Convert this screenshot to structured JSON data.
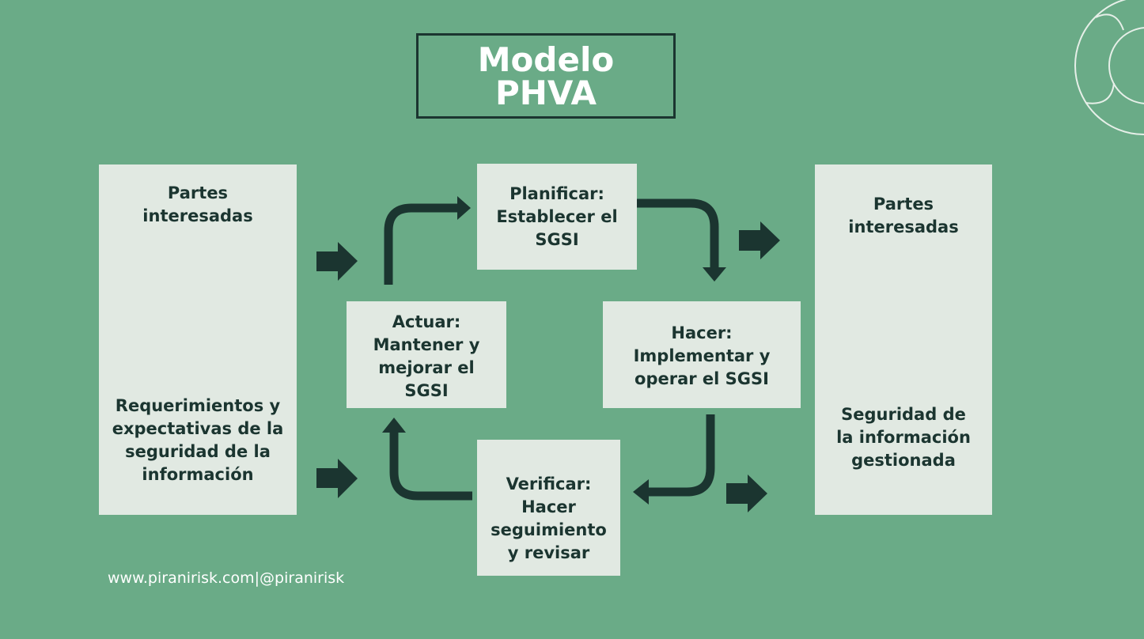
{
  "title": {
    "line1": "Modelo",
    "line2": "PHVA"
  },
  "left_panel": {
    "top": "Partes interesadas",
    "bottom": "Requerimientos y expectativas de la seguridad de la información"
  },
  "right_panel": {
    "top": "Partes interesadas",
    "bottom": "Seguridad de la información gestionada"
  },
  "cycle": {
    "planificar": {
      "label": "Planificar:",
      "text": "Establecer el SGSI"
    },
    "hacer": {
      "label": "Hacer:",
      "text": "Implementar y operar el SGSI"
    },
    "verificar": {
      "label": "Verificar:",
      "text": "Hacer seguimiento y revisar"
    },
    "actuar": {
      "label": "Actuar:",
      "text": "Mantener y mejorar el SGSI"
    }
  },
  "footer": "www.piranirisk.com|@piranirisk",
  "colors": {
    "background": "#6aab87",
    "box": "#e1e9e2",
    "dark": "#1b3530"
  }
}
